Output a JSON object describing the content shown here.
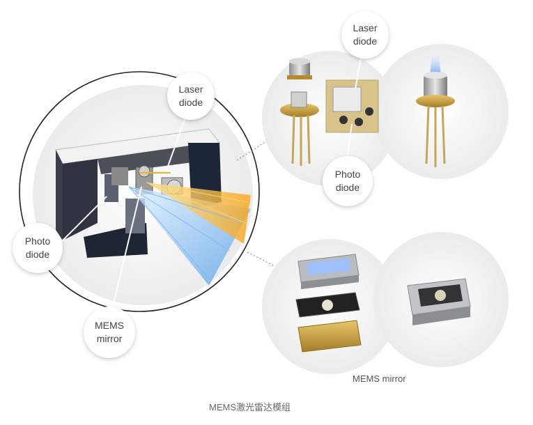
{
  "callouts": {
    "laser_diode_main": "Laser\ndiode",
    "photo_diode_main": "Photo\ndiode",
    "mems_mirror_main": "MEMS\nmirror",
    "laser_diode_top": "Laser\ndiode",
    "photo_diode_top": "Photo\ndiode"
  },
  "labels": {
    "mems_mirror_bottom": "MEMS mirror"
  },
  "caption": "MEMS激光雷达模组",
  "colors": {
    "beam_yellow": "#f6b21a",
    "beam_blue": "#5aa8f0",
    "circle_outline": "#222222",
    "chip_gold": "#c9a24a"
  }
}
